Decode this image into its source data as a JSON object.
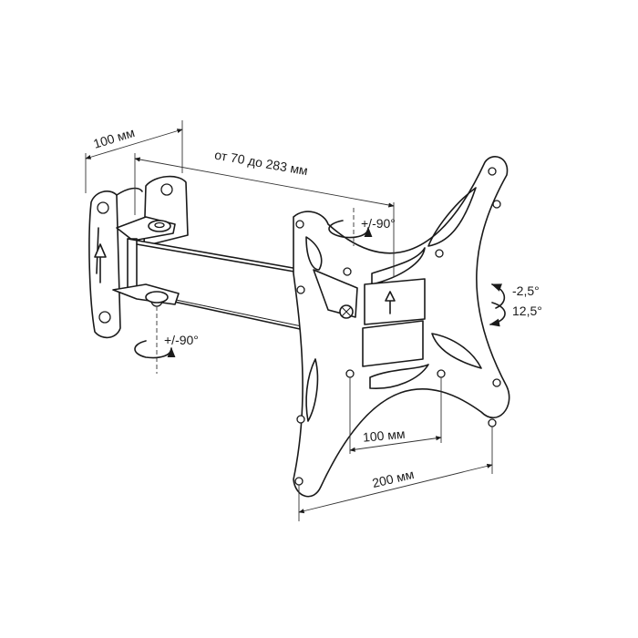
{
  "labels": {
    "wall_width": "100 мм",
    "arm_length": "от 70 до 283 мм",
    "swivel_top": "+/-90°",
    "swivel_bottom": "+/-90°",
    "tilt_up": "-2,5°",
    "tilt_down": "12,5°",
    "vesa_inner": "100 мм",
    "vesa_outer": "200 мм"
  }
}
